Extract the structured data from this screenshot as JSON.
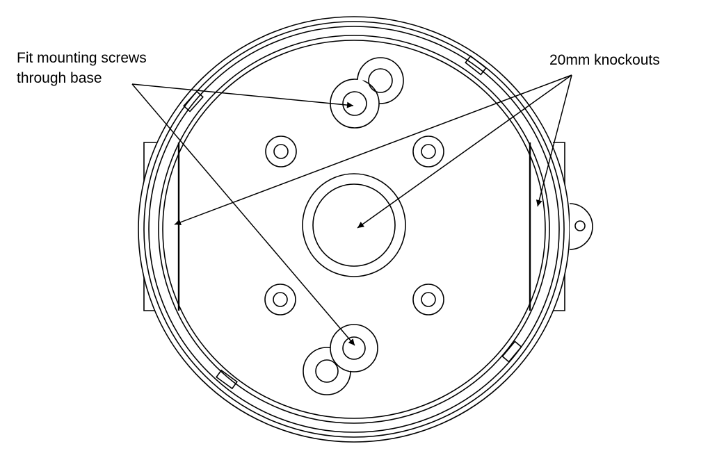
{
  "callouts": {
    "mounting_screws": {
      "line1": "Fit mounting screws",
      "line2": "through base"
    },
    "knockouts": {
      "text": "20mm knockouts"
    }
  },
  "colors": {
    "line": "#000000",
    "background": "#ffffff"
  }
}
